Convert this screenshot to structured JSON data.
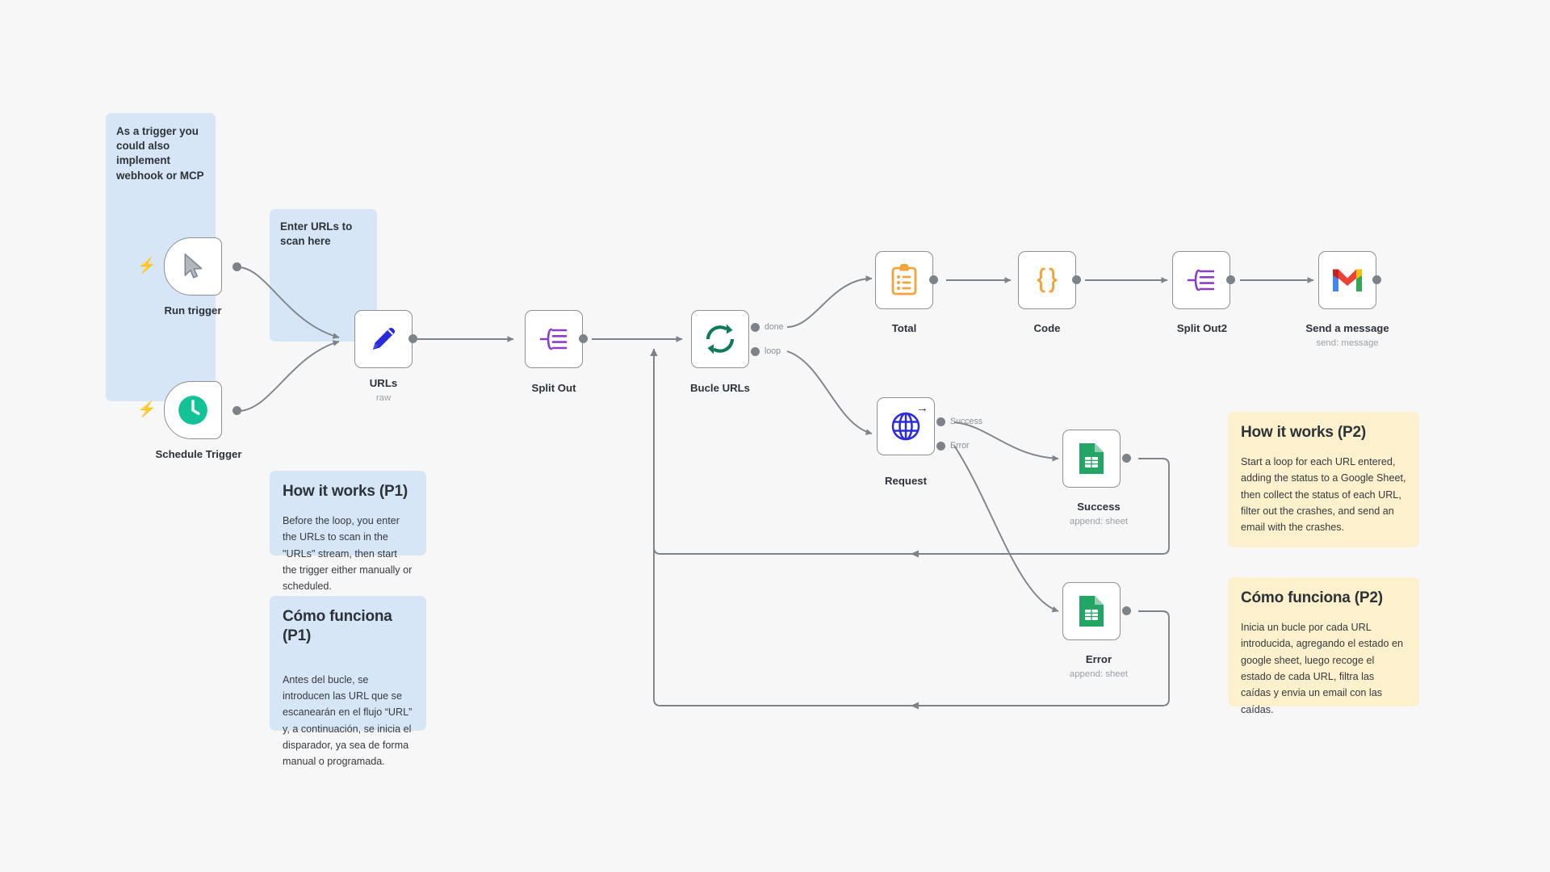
{
  "canvas": {
    "background": "#f7f7f8",
    "connector_color": "#7d8389"
  },
  "sticky_notes": [
    {
      "id": "group-trigger",
      "title": "As a trigger you could also implement webhook or MCP",
      "body": "",
      "color": "#d7e6f7",
      "variant": "group"
    },
    {
      "id": "group-urls",
      "title": "Enter URLs to scan here",
      "body": "",
      "color": "#d7e6f7",
      "variant": "group"
    },
    {
      "id": "how-it-works-p1",
      "title": "How it works (P1)",
      "body": "Before the loop, you enter the URLs to scan in the \"URLs\" stream, then start the trigger either manually or scheduled.",
      "color": "#d7e6f7",
      "variant": "note"
    },
    {
      "id": "como-funciona-p1",
      "title": "Cómo funciona (P1)",
      "body": "Antes del bucle, se introducen las URL que se escanearán en el flujo “URL” y, a continuación, se inicia el disparador, ya sea de forma manual o programada.",
      "color": "#d7e6f7",
      "variant": "note"
    },
    {
      "id": "how-it-works-p2",
      "title": "How it works (P2)",
      "body": "Start a loop for each URL entered, adding the status to a Google Sheet, then collect the status of each URL, filter out the crashes, and send an email with the crashes.",
      "color": "#fcf0cd",
      "variant": "note"
    },
    {
      "id": "como-funciona-p2",
      "title": "Cómo funciona (P2)",
      "body": "Inicia un bucle por cada URL introducida, agregando el estado en google sheet, luego recoge el estado de cada URL, filtra las caídas y envia un email con las caídas.",
      "color": "#fcf0cd",
      "variant": "note"
    }
  ],
  "nodes": [
    {
      "id": "run-trigger",
      "label": "Run trigger",
      "subtitle": "",
      "icon": "cursor-pointer-icon",
      "icon_color": "#9aa0a6",
      "type": "trigger",
      "has_bolt": true
    },
    {
      "id": "schedule-trigger",
      "label": "Schedule Trigger",
      "subtitle": "",
      "icon": "clock-icon",
      "icon_color": "#13c296",
      "type": "trigger",
      "has_bolt": true
    },
    {
      "id": "urls",
      "label": "URLs",
      "subtitle": "raw",
      "icon": "pencil-edit-icon",
      "icon_color": "#2b2bdb",
      "type": "action",
      "has_bolt": false
    },
    {
      "id": "split-out",
      "label": "Split Out",
      "subtitle": "",
      "icon": "split-out-icon",
      "icon_color": "#8a3ec8",
      "type": "action",
      "has_bolt": false
    },
    {
      "id": "bucle-urls",
      "label": "Bucle URLs",
      "subtitle": "",
      "icon": "loop-refresh-icon",
      "icon_color": "#0f7a5a",
      "type": "loop",
      "has_bolt": false,
      "outputs": [
        "done",
        "loop"
      ]
    },
    {
      "id": "total",
      "label": "Total",
      "subtitle": "",
      "icon": "clipboard-list-icon",
      "icon_color": "#f2a33c",
      "type": "action",
      "has_bolt": false
    },
    {
      "id": "code",
      "label": "Code",
      "subtitle": "",
      "icon": "curly-braces-icon",
      "icon_color": "#f2a33c",
      "type": "action",
      "has_bolt": false
    },
    {
      "id": "split-out2",
      "label": "Split Out2",
      "subtitle": "",
      "icon": "split-out-icon",
      "icon_color": "#8a3ec8",
      "type": "action",
      "has_bolt": false
    },
    {
      "id": "send-a-message",
      "label": "Send a message",
      "subtitle": "send: message",
      "icon": "gmail-icon",
      "icon_color": "#ea4335",
      "type": "action",
      "has_bolt": false
    },
    {
      "id": "request",
      "label": "Request",
      "subtitle": "",
      "icon": "globe-http-icon",
      "icon_color": "#2b2bdb",
      "type": "action",
      "has_bolt": false,
      "badge": "arrow-right-badge",
      "outputs": [
        "Success",
        "Error"
      ]
    },
    {
      "id": "success",
      "label": "Success",
      "subtitle": "append: sheet",
      "icon": "google-sheets-icon",
      "icon_color": "#23a566",
      "type": "action",
      "has_bolt": false
    },
    {
      "id": "error",
      "label": "Error",
      "subtitle": "append: sheet",
      "icon": "google-sheets-icon",
      "icon_color": "#23a566",
      "type": "action",
      "has_bolt": false
    }
  ],
  "port_labels": {
    "done": "done",
    "loop": "loop",
    "success": "Success",
    "error": "Error"
  }
}
